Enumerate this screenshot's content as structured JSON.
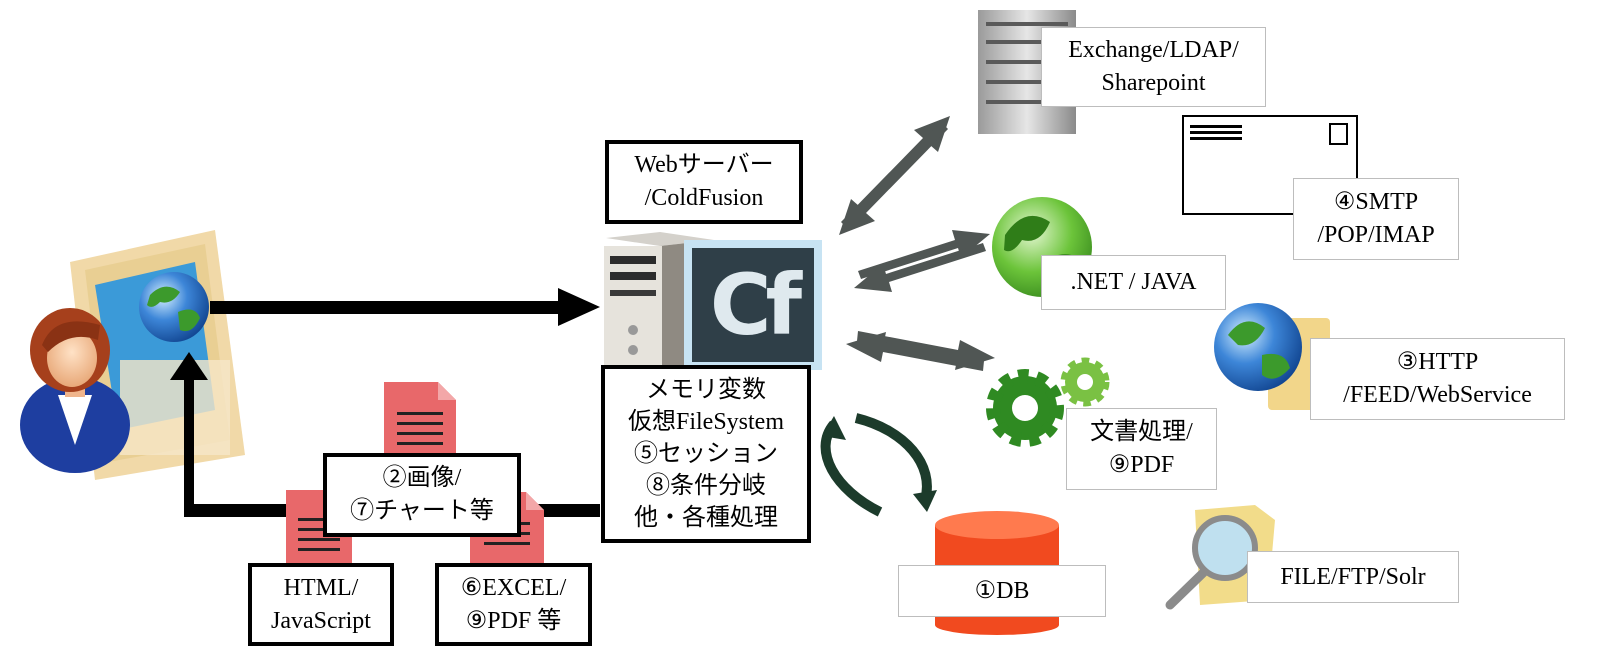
{
  "colors": {
    "arrow_black": "#000000",
    "arrow_gray": "#505654",
    "cycle_green": "#1c3b2b",
    "doc_red": "#e8686a",
    "db_orange": "#f14a1f",
    "gear_green": "#2f8a22",
    "cf_dark": "#2f3f48",
    "cf_border": "#c7e3f3"
  },
  "icons": {
    "user": "user-at-computer-icon",
    "server": "tower-server-icon",
    "coldfusion": "coldfusion-logo",
    "rack": "rack-server-icon",
    "mail": "envelope-icon",
    "globe": "globe-icon",
    "gears": "gears-icon",
    "database": "database-cylinder-icon",
    "search": "magnifier-folder-icon",
    "document": "document-icon"
  },
  "logo_text": "Cf",
  "labels": {
    "webserver": [
      "Webサーバー",
      "/ColdFusion"
    ],
    "core": [
      "メモリ変数",
      "仮想FileSystem",
      "⑤セッション",
      "⑧条件分岐",
      "他・各種処理"
    ],
    "output": [
      "②画像/",
      "⑦チャート等"
    ],
    "html": [
      "HTML/",
      "JavaScript"
    ],
    "excel": [
      "⑥EXCEL/",
      "⑨PDF 等"
    ],
    "exchange": [
      "Exchange/LDAP/",
      "Sharepoint"
    ],
    "smtp": [
      "④SMTP",
      "/POP/IMAP"
    ],
    "dotnet": [
      ".NET / JAVA"
    ],
    "http": [
      "③HTTP",
      "/FEED/WebService"
    ],
    "docproc": [
      "文書処理/",
      "⑨PDF"
    ],
    "db": [
      "①DB"
    ],
    "file": [
      "FILE/FTP/Solr"
    ]
  }
}
